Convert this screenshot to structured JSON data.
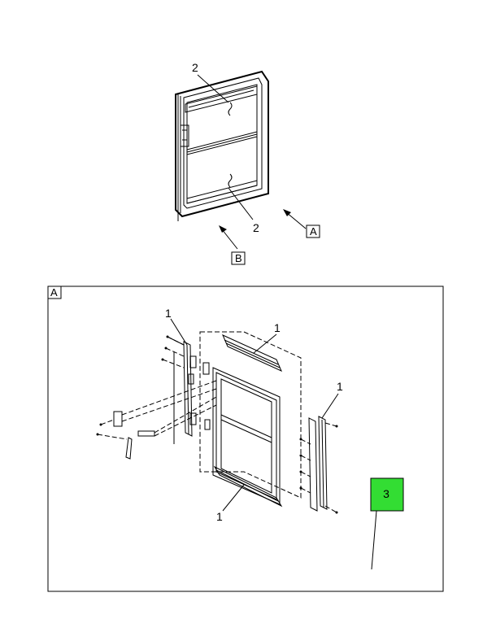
{
  "callouts": {
    "top_upper": "2",
    "top_lower": "2",
    "detail_top_left": "1",
    "detail_top_center": "1",
    "detail_right": "1",
    "detail_bottom": "1"
  },
  "view_labels": {
    "a": "A",
    "b": "B",
    "detail_a": "A"
  },
  "highlight": {
    "number": "3",
    "color": "#33dd33"
  }
}
